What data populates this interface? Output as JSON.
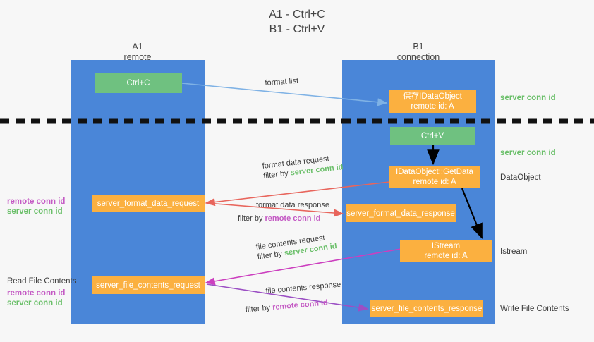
{
  "title": {
    "line1": "A1 - Ctrl+C",
    "line2": "B1 - Ctrl+V"
  },
  "colors": {
    "lane": "#4a86d8",
    "green_node": "#6fc180",
    "orange_node": "#fbb040",
    "server_conn": "#6abf69",
    "remote_conn": "#c45ac4",
    "blue_arrow": "#7fb2e5",
    "red_arrow": "#e8655c",
    "magenta_arrow": "#cc3fbf",
    "purple_arrow": "#9b4fc4",
    "black_arrow": "#000000",
    "background": "#f7f7f7"
  },
  "lanes": [
    {
      "name": "A1",
      "sub": "remote"
    },
    {
      "name": "B1",
      "sub": "connection"
    }
  ],
  "nodes": [
    {
      "id": "ctrl-c",
      "l1": "Ctrl+C",
      "l2": "",
      "color": "green"
    },
    {
      "id": "save-idataobject",
      "l1": "保存IDataObject",
      "l2": "remote id: A",
      "color": "orange"
    },
    {
      "id": "ctrl-v",
      "l1": "Ctrl+V",
      "l2": "",
      "color": "green"
    },
    {
      "id": "idataobject-getdata",
      "l1": "IDataObject::GetData",
      "l2": "remote id: A",
      "color": "orange"
    },
    {
      "id": "server-format-data-request",
      "l1": "server_format_data_request",
      "l2": "",
      "color": "orange"
    },
    {
      "id": "server-format-data-response",
      "l1": "server_format_data_response",
      "l2": "",
      "color": "orange"
    },
    {
      "id": "istream",
      "l1": "IStream",
      "l2": "remote id: A",
      "color": "orange"
    },
    {
      "id": "server-file-contents-request",
      "l1": "server_file_contents_request",
      "l2": "",
      "color": "orange"
    },
    {
      "id": "server-file-contents-response",
      "l1": "server_file_contents_response",
      "l2": "",
      "color": "orange"
    }
  ],
  "right_labels": [
    {
      "id": "server-conn-id-top",
      "text": "server conn id",
      "kind": "server"
    },
    {
      "id": "server-conn-id-second",
      "text": "server conn id",
      "kind": "server"
    },
    {
      "id": "dataobject",
      "text": "DataObject",
      "kind": "plain"
    },
    {
      "id": "istream-label",
      "text": "Istream",
      "kind": "plain"
    },
    {
      "id": "write-file-contents",
      "text": "Write File Contents",
      "kind": "plain"
    }
  ],
  "left_labels": {
    "format_remote": "remote conn id",
    "format_server": "server conn id",
    "read_file_contents": "Read File Contents",
    "file_remote": "remote conn id",
    "file_server": "server conn id"
  },
  "edges": [
    {
      "id": "format-list",
      "text": "format list"
    },
    {
      "id": "format-data-request",
      "line1": "format data request",
      "filter_prefix": "filter by ",
      "filter_value": "server conn id",
      "filter_kind": "server"
    },
    {
      "id": "format-data-response",
      "line1": "format data response",
      "filter_prefix": "filter by ",
      "filter_value": "remote conn id",
      "filter_kind": "remote"
    },
    {
      "id": "file-contents-request",
      "line1": "file contents request",
      "filter_prefix": "filter by ",
      "filter_value": "server conn id",
      "filter_kind": "server"
    },
    {
      "id": "file-contents-response",
      "line1": "file contents response",
      "filter_prefix": "filter by ",
      "filter_value": "remote conn id",
      "filter_kind": "remote"
    }
  ]
}
